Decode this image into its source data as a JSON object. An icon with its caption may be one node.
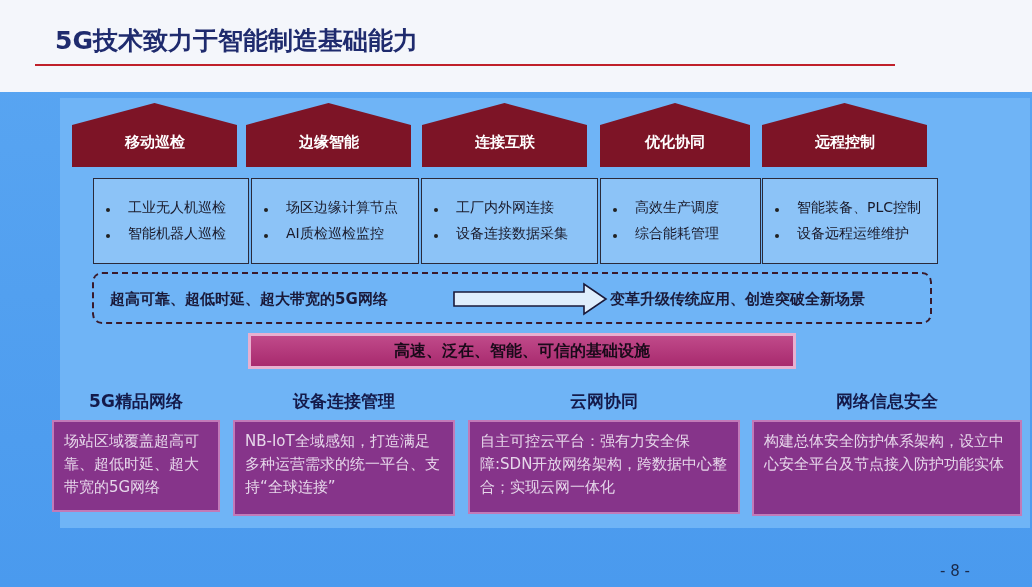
{
  "diagram": {
    "title": "5G技术致力于智能制造基础能力",
    "nodes": [
      {
        "text": [
          "移动巡检"
        ]
      },
      {
        "text": [
          "边缘智能"
        ]
      },
      {
        "text": [
          "连接互联"
        ]
      },
      {
        "text": [
          "优化协同"
        ]
      },
      {
        "text": [
          "远程控制"
        ]
      },
      {
        "text": [
          "工业无人机巡检",
          "智能机器人巡检"
        ]
      },
      {
        "text": [
          "场区边缘计算节点",
          "AI质检巡检监控"
        ]
      },
      {
        "text": [
          "工厂内外网连接",
          "设备连接数据采集"
        ]
      },
      {
        "text": [
          "高效生产调度",
          "综合能耗管理"
        ]
      },
      {
        "text": [
          "智能装备、PLC控制",
          "设备远程运维维护"
        ]
      },
      {
        "text": [],
        "shape": "box"
      },
      {
        "text": [
          "超高可靠、超低时延、超大带宽的5G网络"
        ],
        "in": 10
      },
      {
        "text": [
          "变革升级传统应用、创造突破全新场景"
        ],
        "in": 10
      },
      {
        "text": [
          "高速、泛在、智能、可信的基础设施"
        ]
      },
      {
        "text": [
          "5G精品网络",
          "场站区域覆盖超高可靠、超低时延、超大带宽的5G网络"
        ]
      },
      {
        "text": [
          "设备连接管理",
          "NB-IoT全域感知，打造满足多种运营需求的统一平台、支持“全球连接”"
        ]
      },
      {
        "text": [
          "云网协同",
          "自主可控云平台：强有力安全保障:SDN开放网络架构，跨数据中心整合；实现云网一体化"
        ]
      },
      {
        "text": [
          "网络信息安全",
          "构建总体安全防护体系架构，设立中心安全平台及节点接入防护功能实体"
        ]
      }
    ],
    "edges": [
      {
        "from": 11,
        "to": 12,
        "arrow": "to"
      }
    ],
    "labels": [
      "- 8 -"
    ]
  }
}
